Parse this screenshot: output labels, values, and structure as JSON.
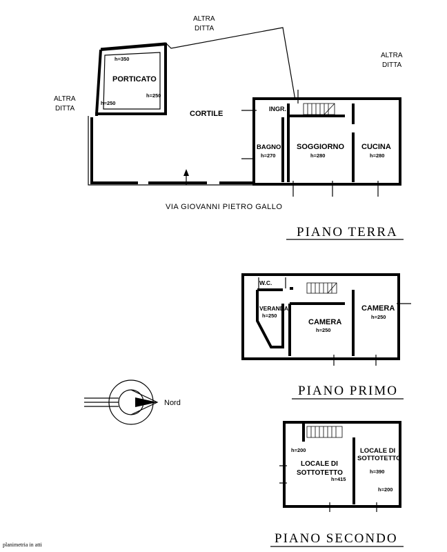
{
  "ground_floor": {
    "title": "PIANO TERRA",
    "street": "VIA GIOVANNI PIETRO GALLO",
    "neighbours": [
      {
        "line1": "ALTRA",
        "line2": "DITTA"
      },
      {
        "line1": "ALTRA",
        "line2": "DITTA"
      },
      {
        "line1": "ALTRA",
        "line2": "DITTA"
      }
    ],
    "rooms": {
      "porticato": "PORTICATO",
      "cortile": "CORTILE",
      "ingresso": "INGR.",
      "bagno": "BAGNO",
      "soggiorno": "SOGGIORNO",
      "cucina": "CUCINA"
    },
    "heights": {
      "porticato_top": "h=350",
      "porticato_left": "h=250",
      "porticato_right": "h=250",
      "bagno": "h=270",
      "soggiorno": "h=280",
      "cucina": "h=280"
    }
  },
  "first_floor": {
    "title": "PIANO PRIMO",
    "rooms": {
      "wc": "W.C.",
      "veranda": "VERANDA",
      "camera_main": "CAMERA",
      "camera_right": "CAMERA"
    },
    "heights": {
      "veranda": "h=250",
      "camera_main": "h=250",
      "camera_right": "h=250"
    }
  },
  "second_floor": {
    "title": "PIANO SECONDO",
    "rooms": {
      "locale_left_1": "LOCALE DI",
      "locale_left_2": "SOTTOTETTO",
      "locale_right_1": "LOCALE DI",
      "locale_right_2": "SOTTOTETTO"
    },
    "heights": {
      "left_top": "h=200",
      "left_bottom": "h=415",
      "right_top": "h=390",
      "right_bottom": "h=200"
    }
  },
  "compass": {
    "label": "Nord"
  },
  "footnote": "planimetria in atti"
}
